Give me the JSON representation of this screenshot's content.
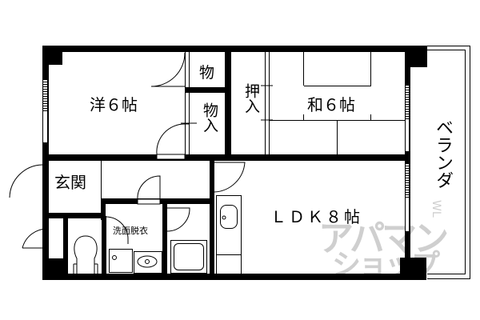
{
  "floorplan": {
    "rooms": [
      {
        "id": "western-room",
        "label": "洋６帖"
      },
      {
        "id": "storage-1",
        "label": "物"
      },
      {
        "id": "storage-2",
        "label": "物入"
      },
      {
        "id": "closet",
        "label": "押入"
      },
      {
        "id": "japanese-room",
        "label": "和６帖"
      },
      {
        "id": "balcony",
        "label": "ベランダ"
      },
      {
        "id": "entrance",
        "label": "玄関"
      },
      {
        "id": "washroom",
        "label": "洗面脱衣"
      },
      {
        "id": "ldk",
        "label": "ＬＤＫ８帖"
      }
    ],
    "watermark": {
      "main": "アパマン",
      "sub": "ショップ",
      "side": "WL"
    },
    "colors": {
      "wall": "#000000",
      "background": "#ffffff",
      "watermark": "#cfcfcf"
    }
  }
}
